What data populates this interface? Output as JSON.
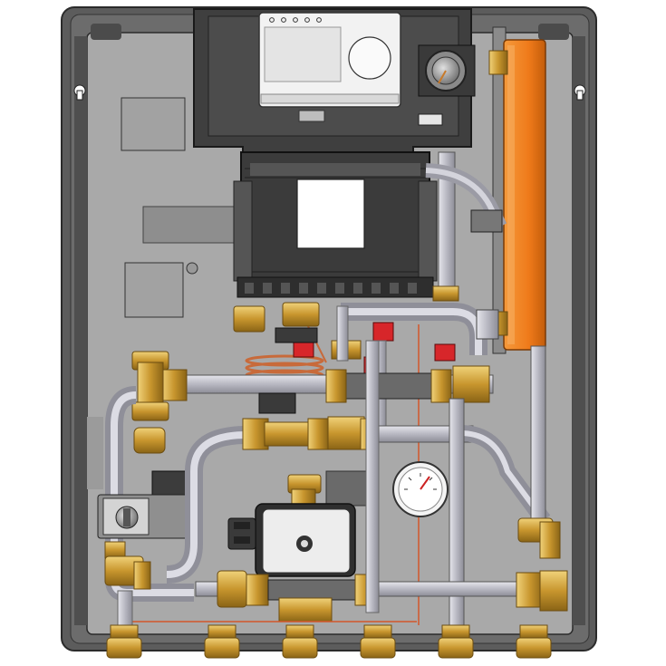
{
  "colors": {
    "background": "#ffffff",
    "cabinet_outer": "#5a5a5a",
    "cabinet_back": "#a9a9a9",
    "brass": "#c8962e",
    "brass_light": "#e9c46a",
    "pipe": "#c4c4cc",
    "pipe_dark": "#8f8f97",
    "heat_exchanger": "#ef7a1a",
    "controller": "#f2f2f2",
    "red_valve": "#d7262a",
    "copper_coil": "#c86a3a",
    "plastic_dark": "#3d3d3d"
  },
  "components": {
    "controller": {
      "icon": "controller-unit"
    },
    "heat_exchanger": {
      "icon": "plate-heat-exchanger"
    },
    "pressure_gauge": {
      "icon": "dial-gauge"
    },
    "circulation_pump": {
      "icon": "circulator-pump"
    },
    "actuator": {
      "icon": "valve-actuator"
    },
    "safety_valve": {
      "icon": "temperature-sensor"
    }
  },
  "connections": {
    "count": 6
  }
}
